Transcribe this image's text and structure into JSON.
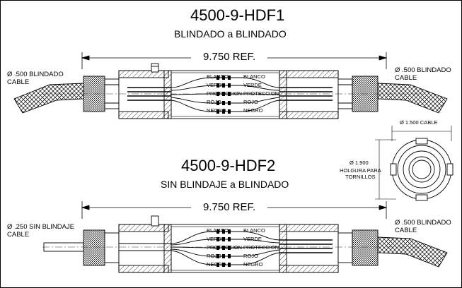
{
  "top": {
    "title": "4500-9-HDF1",
    "subtitle": "BLINDADO a BLINDADO",
    "length": "9.750 REF.",
    "left_cable": [
      "Ø .500 BLINDADO",
      "CABLE"
    ],
    "right_cable": [
      "Ø .500 BLINDADO",
      "CABLE"
    ],
    "wires_left": [
      "BLANCO",
      "VERDE",
      "PROTECCION",
      "ROJO",
      "NEGRO"
    ],
    "wires_right": [
      "BLANCO",
      "VERDE",
      "PROTECCION",
      "ROJO",
      "NEGRO"
    ]
  },
  "bottom": {
    "title": "4500-9-HDF2",
    "subtitle": "SIN BLINDAJE a BLINDADO",
    "length": "9.750 REF.",
    "left_cable": [
      "Ø .250 SIN BLINDAJE",
      "CABLE"
    ],
    "right_cable": [
      "Ø .500 BLINDADO",
      "CABLE"
    ],
    "wires_left": [
      "BLANCO",
      "VERDE",
      "PROTECCION",
      "ROJO",
      "NEGRO"
    ],
    "wires_right": [
      "BLANCO",
      "VERDE",
      "PROTECCION",
      "ROJO",
      "NEGRO"
    ]
  },
  "end_view": {
    "cable_dim": "Ø 1.500 CABLE",
    "hole_dim": "Ø 1.900",
    "hole_note": [
      "HOLGURA PARA",
      "TORNILLOS"
    ]
  }
}
